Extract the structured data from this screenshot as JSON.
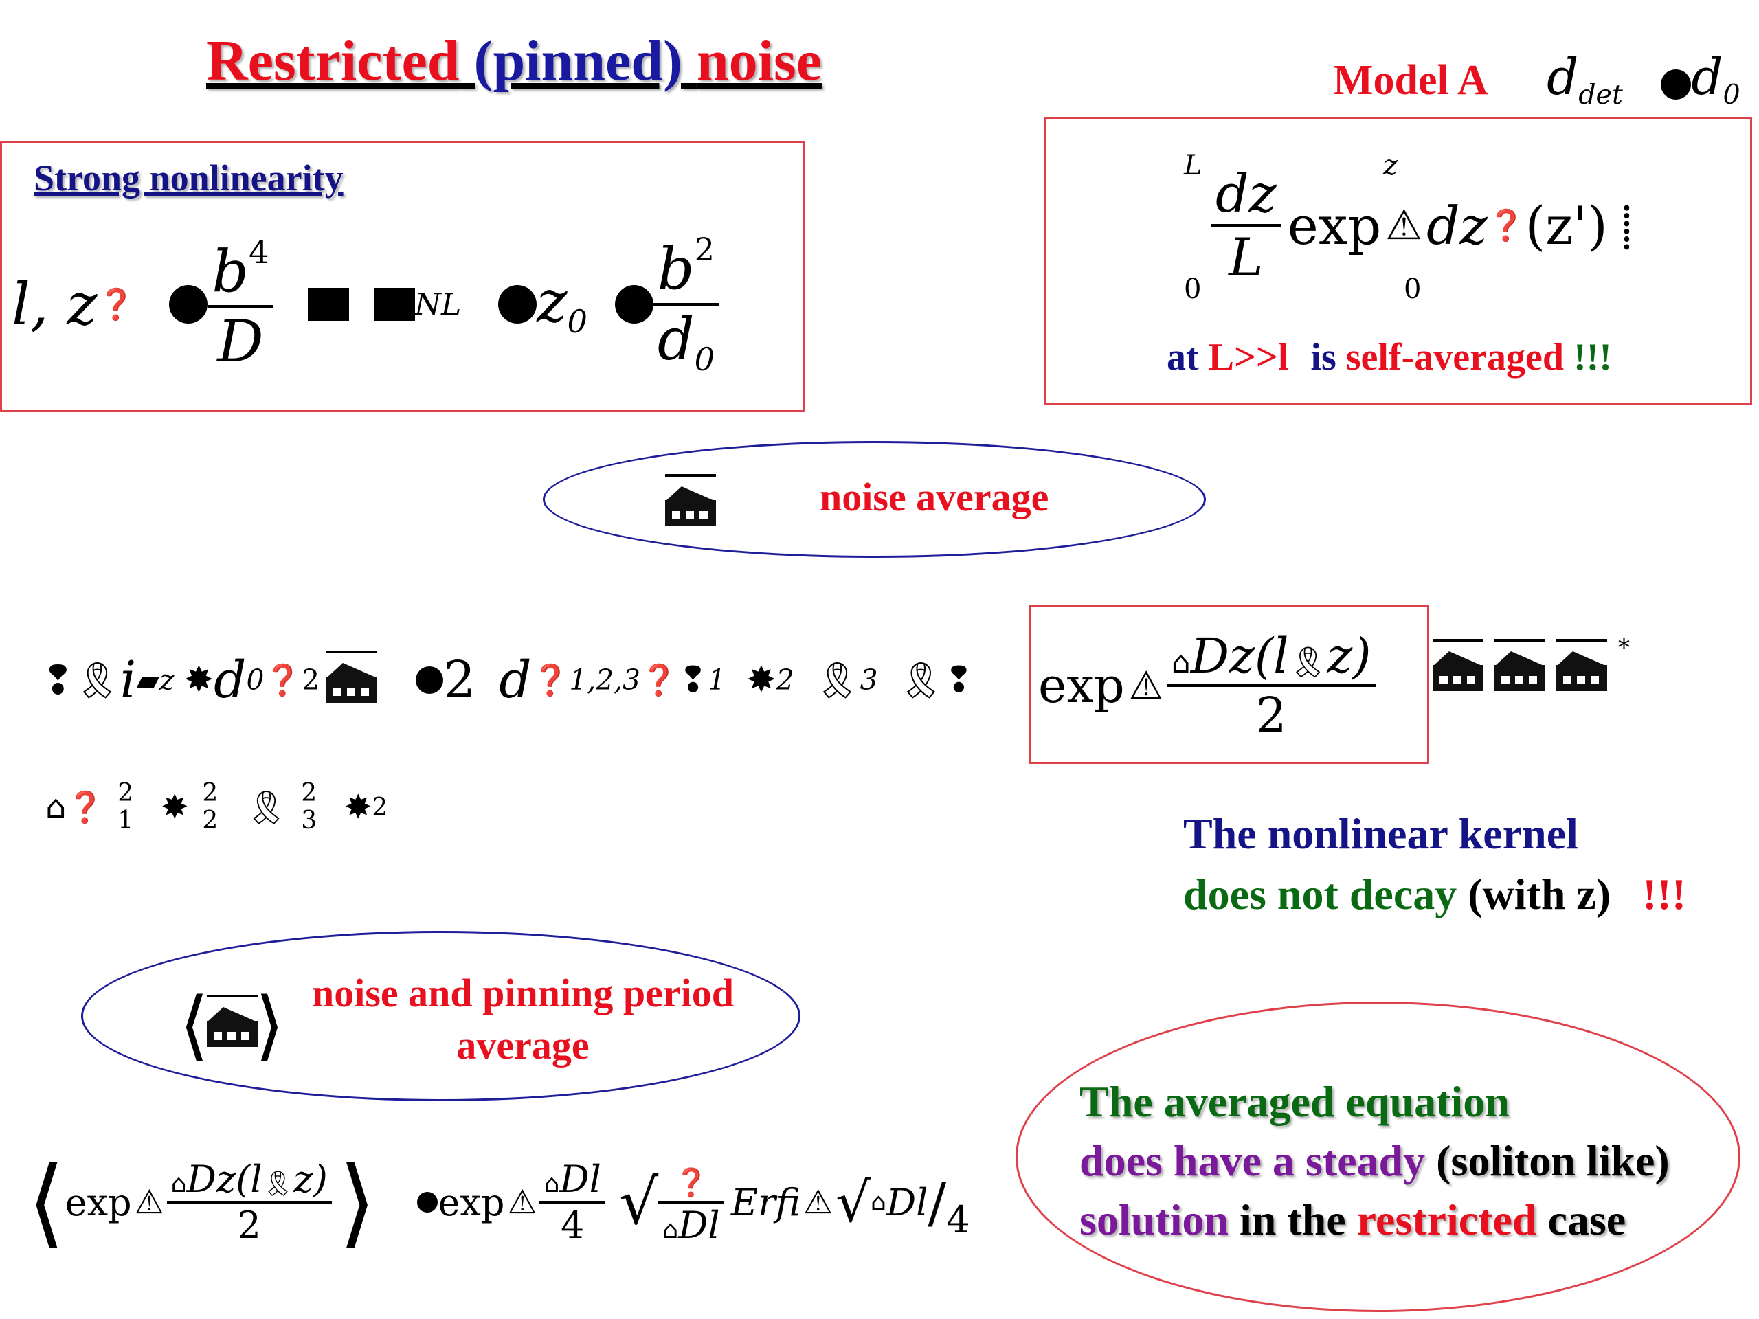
{
  "title": {
    "part1": "Restricted",
    "part2": "(pinned)",
    "part3": "noise"
  },
  "model_label": {
    "text": "Model A",
    "d": "d",
    "det": "det",
    "d0": "d",
    "zero": "0"
  },
  "strong_box": {
    "heading": "Strong  nonlinearity",
    "l_z": "l, z",
    "b4": "b",
    "four": "4",
    "D": "D",
    "NL": "NL",
    "z0": "z",
    "zero": "0",
    "b2": "b",
    "two": "2",
    "d0": "d",
    "dzero": "0"
  },
  "model_box": {
    "upper": "L",
    "lower": "0",
    "dz": "dz",
    "L": "L",
    "exp": "exp",
    "z": "z",
    "zero": "0",
    "dzp": "dz",
    "zprime": "(z')",
    "note_at": "at",
    "note_L": "L>>l",
    "note_is": "is",
    "note_self": "self-averaged",
    "note_bang": "!!!"
  },
  "noise_average_label": "noise average",
  "equation_main": {
    "i": "i",
    "z": "z",
    "d": "d",
    "zero": "0",
    "two_sup": "2",
    "dot2": "2",
    "dd": "d",
    "idx": "1,2,3",
    "one": "1",
    "two": "2",
    "three": "3",
    "exp": "exp",
    "Dz": "Dz(l",
    "zclose": "z)",
    "den": "2",
    "star": "*"
  },
  "equation_second": {
    "one": "1",
    "two": "2",
    "three": "3",
    "sq": "2"
  },
  "kernel_note": {
    "line1": "The nonlinear kernel",
    "line2_green": "does not decay",
    "line2_black": "(with z)",
    "line2_bang": "!!!"
  },
  "pinning_label": {
    "line1": "noise and pinning period",
    "line2": "average"
  },
  "equation_bottom": {
    "exp": "exp",
    "Dz": "Dz(l",
    "zclose": "z)",
    "two": "2",
    "exp2": "exp",
    "Dl": "Dl",
    "four": "4",
    "Dl2": "Dl",
    "Erfi": "Erfi",
    "Dl3": "Dl",
    "four2": "4"
  },
  "conclusion": {
    "line1": "The averaged equation",
    "line2_purple": "does have a steady",
    "line2_black": "(soliton like)",
    "line3_purple": "solution",
    "line3_black": "in the",
    "line3_red": "restricted",
    "line3_case": "case"
  }
}
